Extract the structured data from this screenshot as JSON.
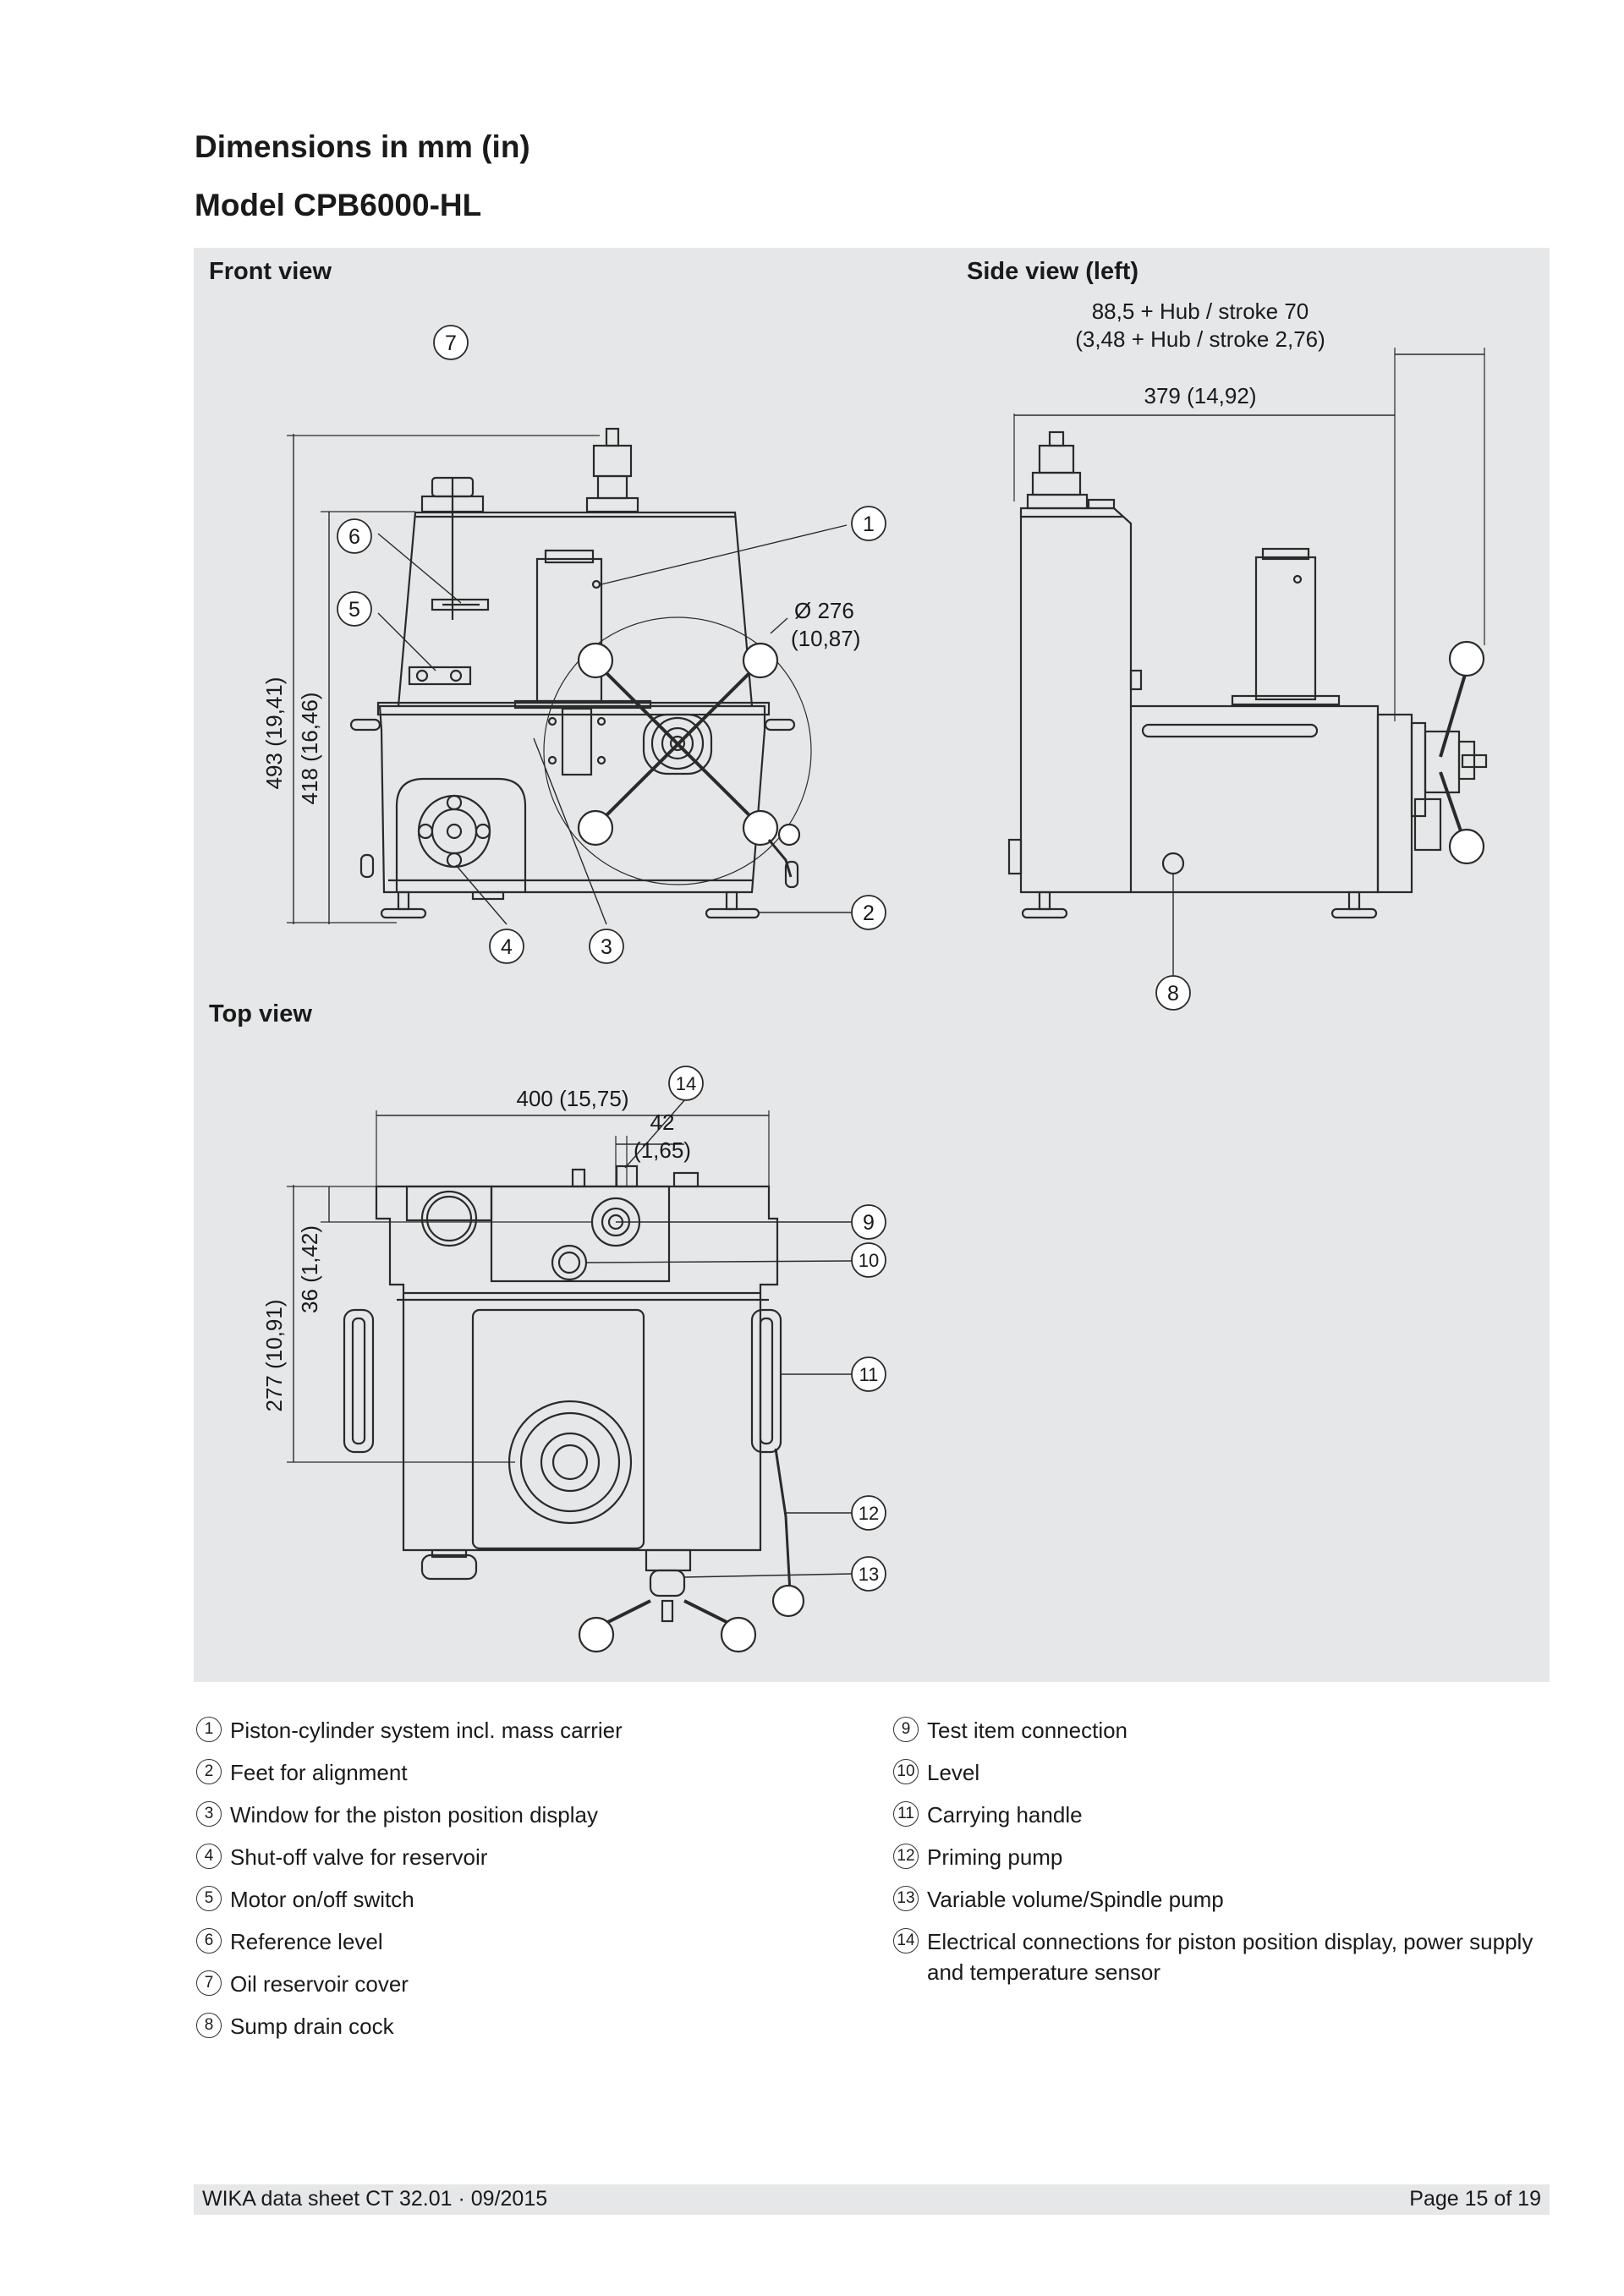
{
  "page": {
    "heading": "Dimensions in mm (in)",
    "model": "Model CPB6000-HL"
  },
  "views": {
    "front": "Front view",
    "side": "Side view (left)",
    "top": "Top view"
  },
  "dimensions": {
    "front_height_total": "493 (19,41)",
    "front_height_body": "418 (16,46)",
    "front_handwheel_dia_1": "Ø 276",
    "front_handwheel_dia_2": "(10,87)",
    "side_stroke_1": "88,5 + Hub / stroke 70",
    "side_stroke_2": "(3,48 + Hub / stroke 2,76)",
    "side_depth": "379 (14,92)",
    "top_width": "400 (15,75)",
    "top_offset_1": "42",
    "top_offset_2": "(1,65)",
    "top_depth": "277 (10,91)",
    "top_small": "36 (1,42)"
  },
  "callouts": [
    "1",
    "2",
    "3",
    "4",
    "5",
    "6",
    "7",
    "8",
    "9",
    "10",
    "11",
    "12",
    "13",
    "14"
  ],
  "legend": [
    {
      "num": "1",
      "text": "Piston-cylinder system incl. mass carrier"
    },
    {
      "num": "2",
      "text": "Feet for alignment"
    },
    {
      "num": "3",
      "text": "Window for the piston position display"
    },
    {
      "num": "4",
      "text": "Shut-off valve for reservoir"
    },
    {
      "num": "5",
      "text": "Motor on/off switch"
    },
    {
      "num": "6",
      "text": "Reference level"
    },
    {
      "num": "7",
      "text": "Oil reservoir cover"
    },
    {
      "num": "8",
      "text": "Sump drain cock"
    },
    {
      "num": "9",
      "text": "Test item connection"
    },
    {
      "num": "10",
      "text": "Level"
    },
    {
      "num": "11",
      "text": "Carrying handle"
    },
    {
      "num": "12",
      "text": "Priming pump"
    },
    {
      "num": "13",
      "text": "Variable volume/Spindle pump"
    },
    {
      "num": "14",
      "text": "Electrical connections for piston position display, power supply and temperature sensor"
    }
  ],
  "footer": {
    "left": "WIKA data sheet CT 32.01 · 09/2015",
    "right": "Page 15 of 19"
  }
}
